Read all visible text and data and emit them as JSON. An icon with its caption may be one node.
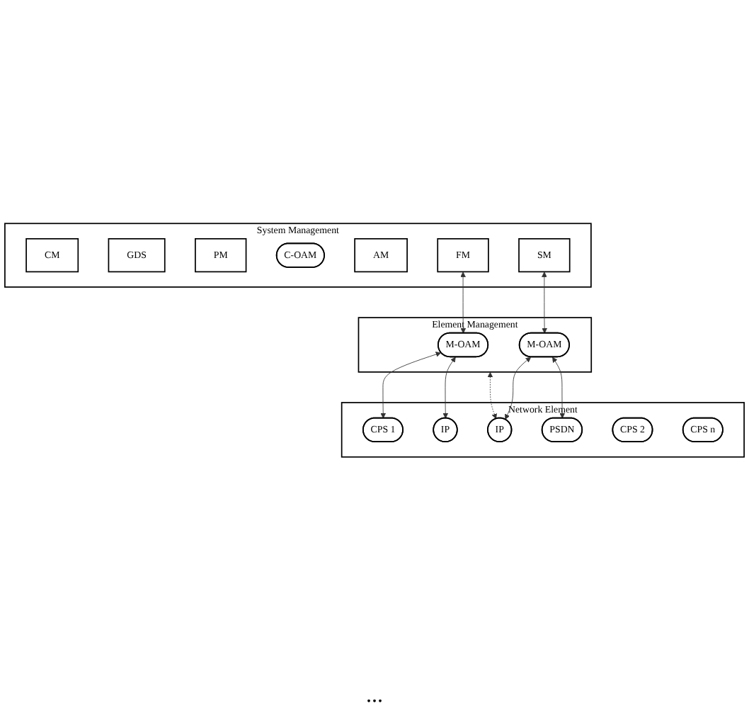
{
  "diagram": {
    "nodes": [
      {
        "text": [
          "System Management"
        ]
      },
      {
        "text": [
          "CM"
        ],
        "in": 0
      },
      {
        "text": [
          "GDS"
        ],
        "in": 0
      },
      {
        "text": [
          "PM"
        ],
        "in": 0
      },
      {
        "text": [
          "C-OAM"
        ],
        "in": 0
      },
      {
        "text": [
          "AM"
        ],
        "in": 0
      },
      {
        "text": [
          "FM"
        ],
        "in": 0
      },
      {
        "text": [
          "SM"
        ],
        "in": 0
      },
      {
        "text": [
          "Element Management"
        ]
      },
      {
        "text": [
          "M-OAM"
        ],
        "in": 8
      },
      {
        "text": [
          "M-OAM"
        ],
        "in": 8
      },
      {
        "text": [
          "Network Element"
        ]
      },
      {
        "text": [
          "CPS 1"
        ],
        "in": 11
      },
      {
        "text": [
          "IP"
        ],
        "in": 11
      },
      {
        "text": [
          "IP"
        ],
        "in": 11
      },
      {
        "text": [
          "PSDN"
        ],
        "in": 11
      },
      {
        "text": [
          "CPS 2"
        ],
        "in": 11
      },
      {
        "text": [
          "CPS n"
        ],
        "in": 11
      }
    ],
    "edges": [
      {
        "from": 6,
        "to": 9,
        "arrow": "both"
      },
      {
        "from": 7,
        "to": 10,
        "arrow": "both"
      },
      {
        "from": 9,
        "to": 12,
        "arrow": "both"
      },
      {
        "from": 9,
        "to": 13,
        "arrow": "both"
      },
      {
        "from": 8,
        "to": 14,
        "arrow": "both",
        "style": "dashed"
      },
      {
        "from": 10,
        "to": 14,
        "arrow": "both"
      },
      {
        "from": 10,
        "to": 15,
        "arrow": "both"
      }
    ],
    "labels": [
      "..."
    ]
  }
}
